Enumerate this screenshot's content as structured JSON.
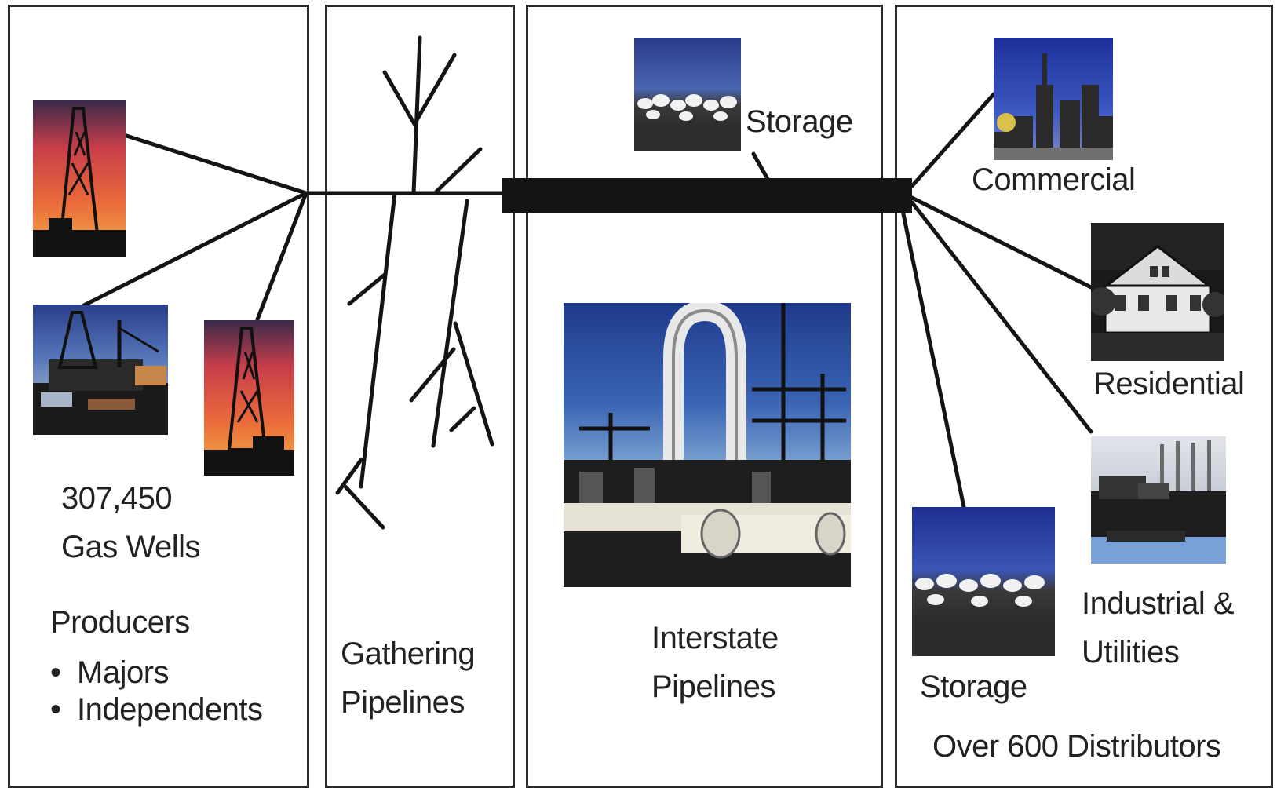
{
  "panels": {
    "producers": {
      "wells_count": "307,450",
      "wells_label": "Gas Wells",
      "heading": "Producers",
      "items": [
        "Majors",
        "Independents"
      ]
    },
    "gathering": {
      "label_line1": "Gathering",
      "label_line2": "Pipelines"
    },
    "interstate": {
      "storage_label": "Storage",
      "label_line1": "Interstate",
      "label_line2": "Pipelines"
    },
    "distributors": {
      "commercial_label": "Commercial",
      "residential_label": "Residential",
      "industrial_line1": "Industrial &",
      "industrial_line2": "Utilities",
      "storage_label": "Storage",
      "footer": "Over 600 Distributors"
    }
  },
  "colors": {
    "frame": "#2b2b2b",
    "pipeline": "#141414",
    "sunset_orange": "#e8603a",
    "sky_blue": "#2f5fb8"
  },
  "icons": [
    "gas-well-derrick",
    "offshore-rig",
    "storage-tanks",
    "compressor-station",
    "city-skyline",
    "house",
    "industrial-plant"
  ]
}
